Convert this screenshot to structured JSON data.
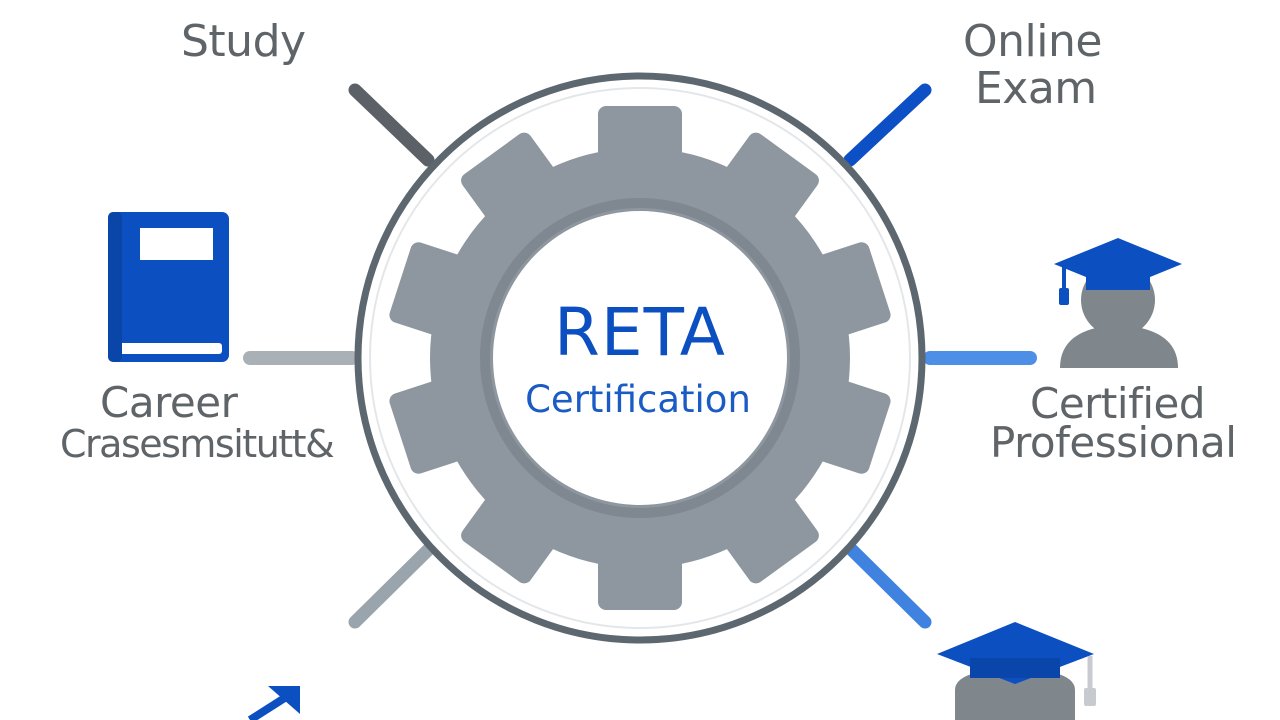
{
  "center": {
    "title": "RETA",
    "subtitle": "Certification"
  },
  "labels": {
    "study": "Study",
    "online_exam_line1": "Online",
    "online_exam_line2": "Exam",
    "career_line1": "Career",
    "career_line2": "Crasesmsitutt&",
    "certified_line1": "Certified",
    "certified_line2": "Professional"
  },
  "icons": {
    "book": "book-icon",
    "graduate": "graduate-icon",
    "graduation_cap": "graduation-cap-icon",
    "arrow": "arrow-up-right-icon",
    "gear": "gear-icon"
  },
  "colors": {
    "gear": "#8e979f",
    "ring": "#5d6770",
    "accent_blue": "#0b4fc0",
    "text_gray": "#5f6468"
  }
}
